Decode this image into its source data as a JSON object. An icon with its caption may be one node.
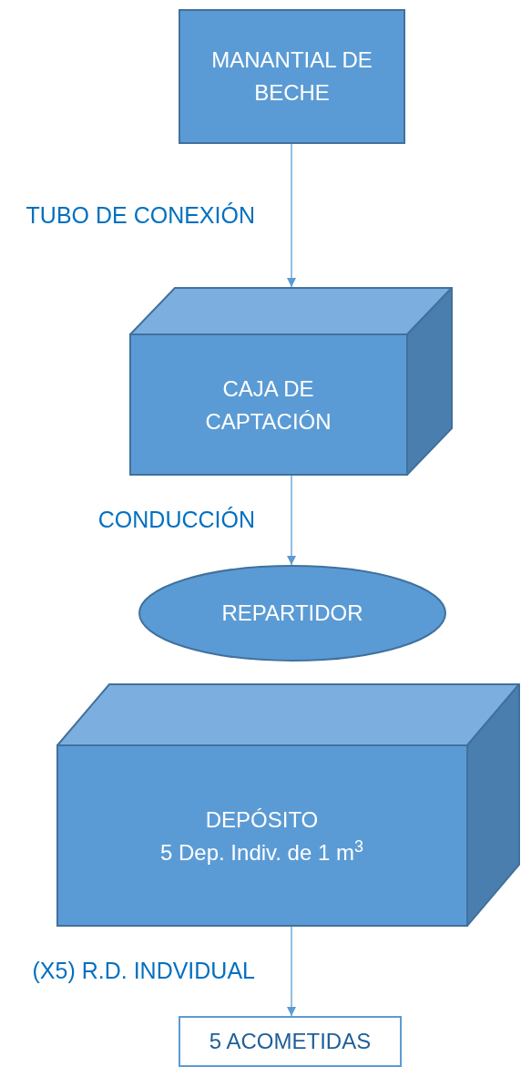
{
  "diagram": {
    "nodes": [
      {
        "text": [
          "MANANTIAL DE BECHE"
        ]
      },
      {
        "text": [
          "CAJA DE CAPTACIÓN"
        ]
      },
      {
        "text": [
          "REPARTIDOR"
        ]
      },
      {
        "text": [
          "DEPÓSITO",
          "5 Dep. Indiv. de 1 m$^{3}$"
        ]
      },
      {
        "text": [
          "5 ACOMETIDAS"
        ]
      }
    ],
    "edges": [
      {
        "from": 0,
        "to": 1,
        "arrow": "to",
        "label": "TUBO DE CONEXIÓN"
      },
      {
        "from": 1,
        "to": 2,
        "arrow": "to",
        "label": "CONDUCCIÓN"
      },
      {
        "from": 3,
        "to": 4,
        "arrow": "to",
        "label": "(X5) R.D. INDVIDUAL"
      }
    ]
  }
}
